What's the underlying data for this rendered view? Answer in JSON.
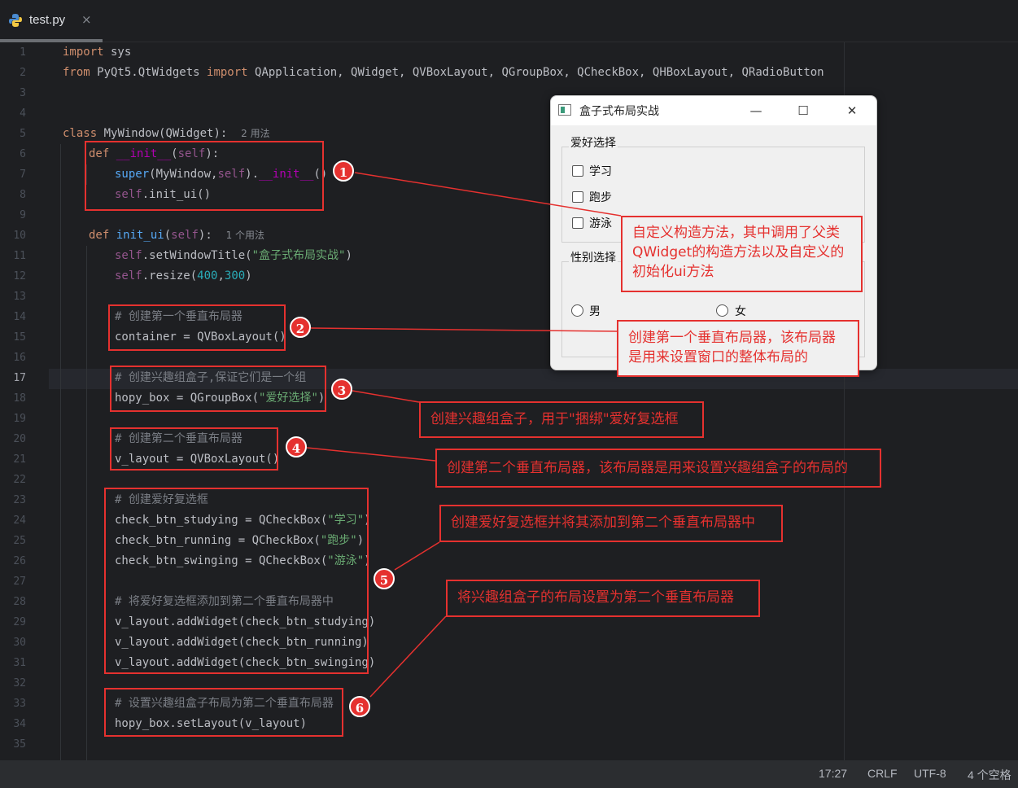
{
  "tab": {
    "filename": "test.py",
    "close": "×"
  },
  "gutter": {
    "lines": [
      "1",
      "2",
      "3",
      "4",
      "5",
      "6",
      "7",
      "8",
      "9",
      "10",
      "11",
      "12",
      "13",
      "14",
      "15",
      "16",
      "17",
      "18",
      "19",
      "20",
      "21",
      "22",
      "23",
      "24",
      "25",
      "26",
      "27",
      "28",
      "29",
      "30",
      "31",
      "32",
      "33",
      "34",
      "35"
    ],
    "current_line": "17"
  },
  "code": {
    "l1": {
      "kw": "import",
      "rest": " sys"
    },
    "l2": {
      "kw1": "from",
      "mod": " PyQt5.QtWidgets ",
      "kw2": "import",
      "rest": " QApplication, QWidget, QVBoxLayout, QGroupBox, QCheckBox, QHBoxLayout, QRadioButton"
    },
    "l5": {
      "kw": "class",
      "name": " MyWindow",
      "rest": "(QWidget):",
      "hint": "2 用法"
    },
    "l6": {
      "kw": "def",
      "name": "__init__",
      "p1": "(",
      "self": "self",
      "p2": "):"
    },
    "l7": {
      "fn": "super",
      "p1": "(MyWindow,",
      "self": "self",
      "p2": ").",
      "dunder": "__init__",
      "p3": "()"
    },
    "l8": {
      "self": "self",
      "rest": ".init_ui()"
    },
    "l10": {
      "kw": "def",
      "name": "init_ui",
      "p1": "(",
      "self": "self",
      "p2": "):",
      "hint": "1 个用法"
    },
    "l11": {
      "self": "self",
      "mid": ".setWindowTitle(",
      "str": "\"盒子式布局实战\"",
      "end": ")"
    },
    "l12": {
      "self": "self",
      "mid": ".resize(",
      "n1": "400",
      "comma": ",",
      "n2": "300",
      "end": ")"
    },
    "l14": {
      "cm": "# 创建第一个垂直布局器"
    },
    "l15": {
      "code": "container = QVBoxLayout()"
    },
    "l17": {
      "cm": "# 创建兴趣组盒子,保证它们是一个组"
    },
    "l18": {
      "pre": "hopy_box = QGroupBox(",
      "str": "\"爱好选择\"",
      "end": ")"
    },
    "l20": {
      "cm": "# 创建第二个垂直布局器"
    },
    "l21": {
      "code": "v_layout = QVBoxLayout()"
    },
    "l23": {
      "cm": "# 创建爱好复选框"
    },
    "l24": {
      "pre": "check_btn_studying = QCheckBox(",
      "str": "\"学习\"",
      "end": ")"
    },
    "l25": {
      "pre": "check_btn_running = QCheckBox(",
      "str": "\"跑步\"",
      "end": ")"
    },
    "l26": {
      "pre": "check_btn_swinging = QCheckBox(",
      "str": "\"游泳\"",
      "end": ")"
    },
    "l28": {
      "cm": "# 将爱好复选框添加到第二个垂直布局器中"
    },
    "l29": {
      "code": "v_layout.addWidget(check_btn_studying)"
    },
    "l30": {
      "code": "v_layout.addWidget(check_btn_running)"
    },
    "l31": {
      "code": "v_layout.addWidget(check_btn_swinging)"
    },
    "l33": {
      "cm": "# 设置兴趣组盒子布局为第二个垂直布局器"
    },
    "l34": {
      "code": "hopy_box.setLayout(v_layout)"
    }
  },
  "window": {
    "title": "盒子式布局实战",
    "minimize": "—",
    "maximize": "☐",
    "close": "✕",
    "group1_title": "爱好选择",
    "checkboxes": [
      "学习",
      "跑步",
      "游泳"
    ],
    "group2_title": "性别选择",
    "radios": [
      "男",
      "女"
    ]
  },
  "annotations": {
    "badges": [
      "1",
      "2",
      "3",
      "4",
      "5",
      "6"
    ],
    "callouts": [
      "自定义构造方法，其中调用了父类\nQWidget的构造方法以及自定义的\n初始化ui方法",
      "创建第一个垂直布局器，该布局器\n是用来设置窗口的整体布局的",
      "创建兴趣组盒子，用于\"捆绑\"爱好复选框",
      "创建第二个垂直布局器，该布局器是用来设置兴趣组盒子的布局的",
      "创建爱好复选框并将其添加到第二个垂直布局器中",
      "将兴趣组盒子的布局设置为第二个垂直布局器"
    ],
    "color": "#e5312f"
  },
  "status": {
    "position": "17:27",
    "line_ending": "CRLF",
    "encoding": "UTF-8",
    "indent": "4 个空格"
  },
  "colors": {
    "editor_bg": "#1e1f22",
    "keyword": "#cf8e6d",
    "function": "#56a8f5",
    "string": "#6aab73",
    "number": "#2aacb8",
    "comment": "#7a7e85",
    "self": "#94558d"
  }
}
